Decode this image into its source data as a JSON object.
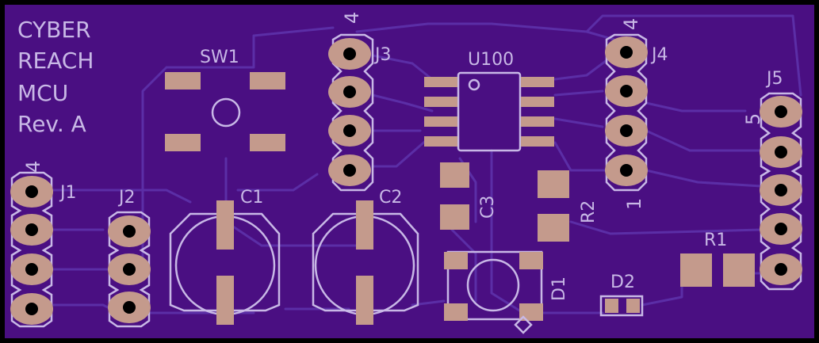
{
  "board": {
    "title_lines": [
      "CYBER",
      "REACH",
      "MCU",
      "Rev. A"
    ],
    "colors": {
      "board": "#4a0f82",
      "edge": "#000000",
      "silk": "#c8b8e6",
      "copper": "#c49a8c",
      "trace": "#5b2ea6"
    }
  },
  "labels": {
    "sw1": "SW1",
    "u100": "U100",
    "j1": "J1",
    "j1_pin": "4",
    "j2": "J2",
    "j3": "J3",
    "j3_pin": "4",
    "j4": "J4",
    "j4_pin_top": "4",
    "j4_pin_bottom": "1",
    "j5": "J5",
    "j5_pin": "5",
    "c1": "C1",
    "c2": "C2",
    "c3": "C3",
    "r1": "R1",
    "r2": "R2",
    "d1": "D1",
    "d2": "D2"
  }
}
